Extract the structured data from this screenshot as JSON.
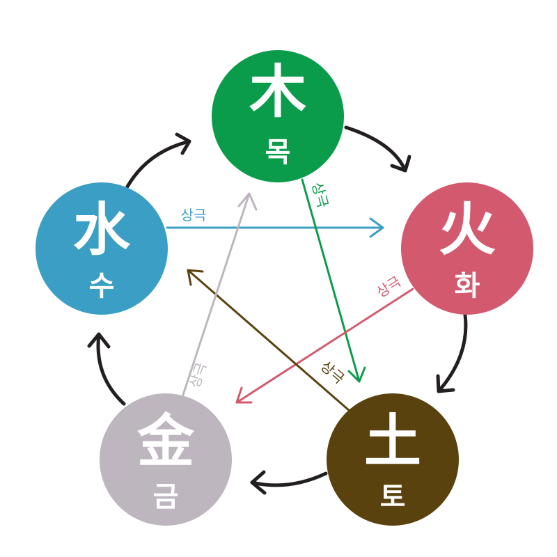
{
  "elements": {
    "wood": {
      "hanja": "木",
      "hangul": "목",
      "color": "#0a9c4a"
    },
    "fire": {
      "hanja": "火",
      "hangul": "화",
      "color": "#d35a6e"
    },
    "earth": {
      "hanja": "土",
      "hangul": "토",
      "color": "#5a420e"
    },
    "metal": {
      "hanja": "金",
      "hangul": "금",
      "color": "#bdb6be"
    },
    "water": {
      "hanja": "水",
      "hangul": "수",
      "color": "#3b9fc5"
    }
  },
  "overcoming_label": "상극",
  "colors": {
    "generating_arrow": "#231f20",
    "wood_overcome": "#0a9c4a",
    "fire_overcome": "#d35a6e",
    "earth_overcome": "#5a420e",
    "metal_overcome": "#bdb6be",
    "water_overcome": "#3b9fc5"
  }
}
